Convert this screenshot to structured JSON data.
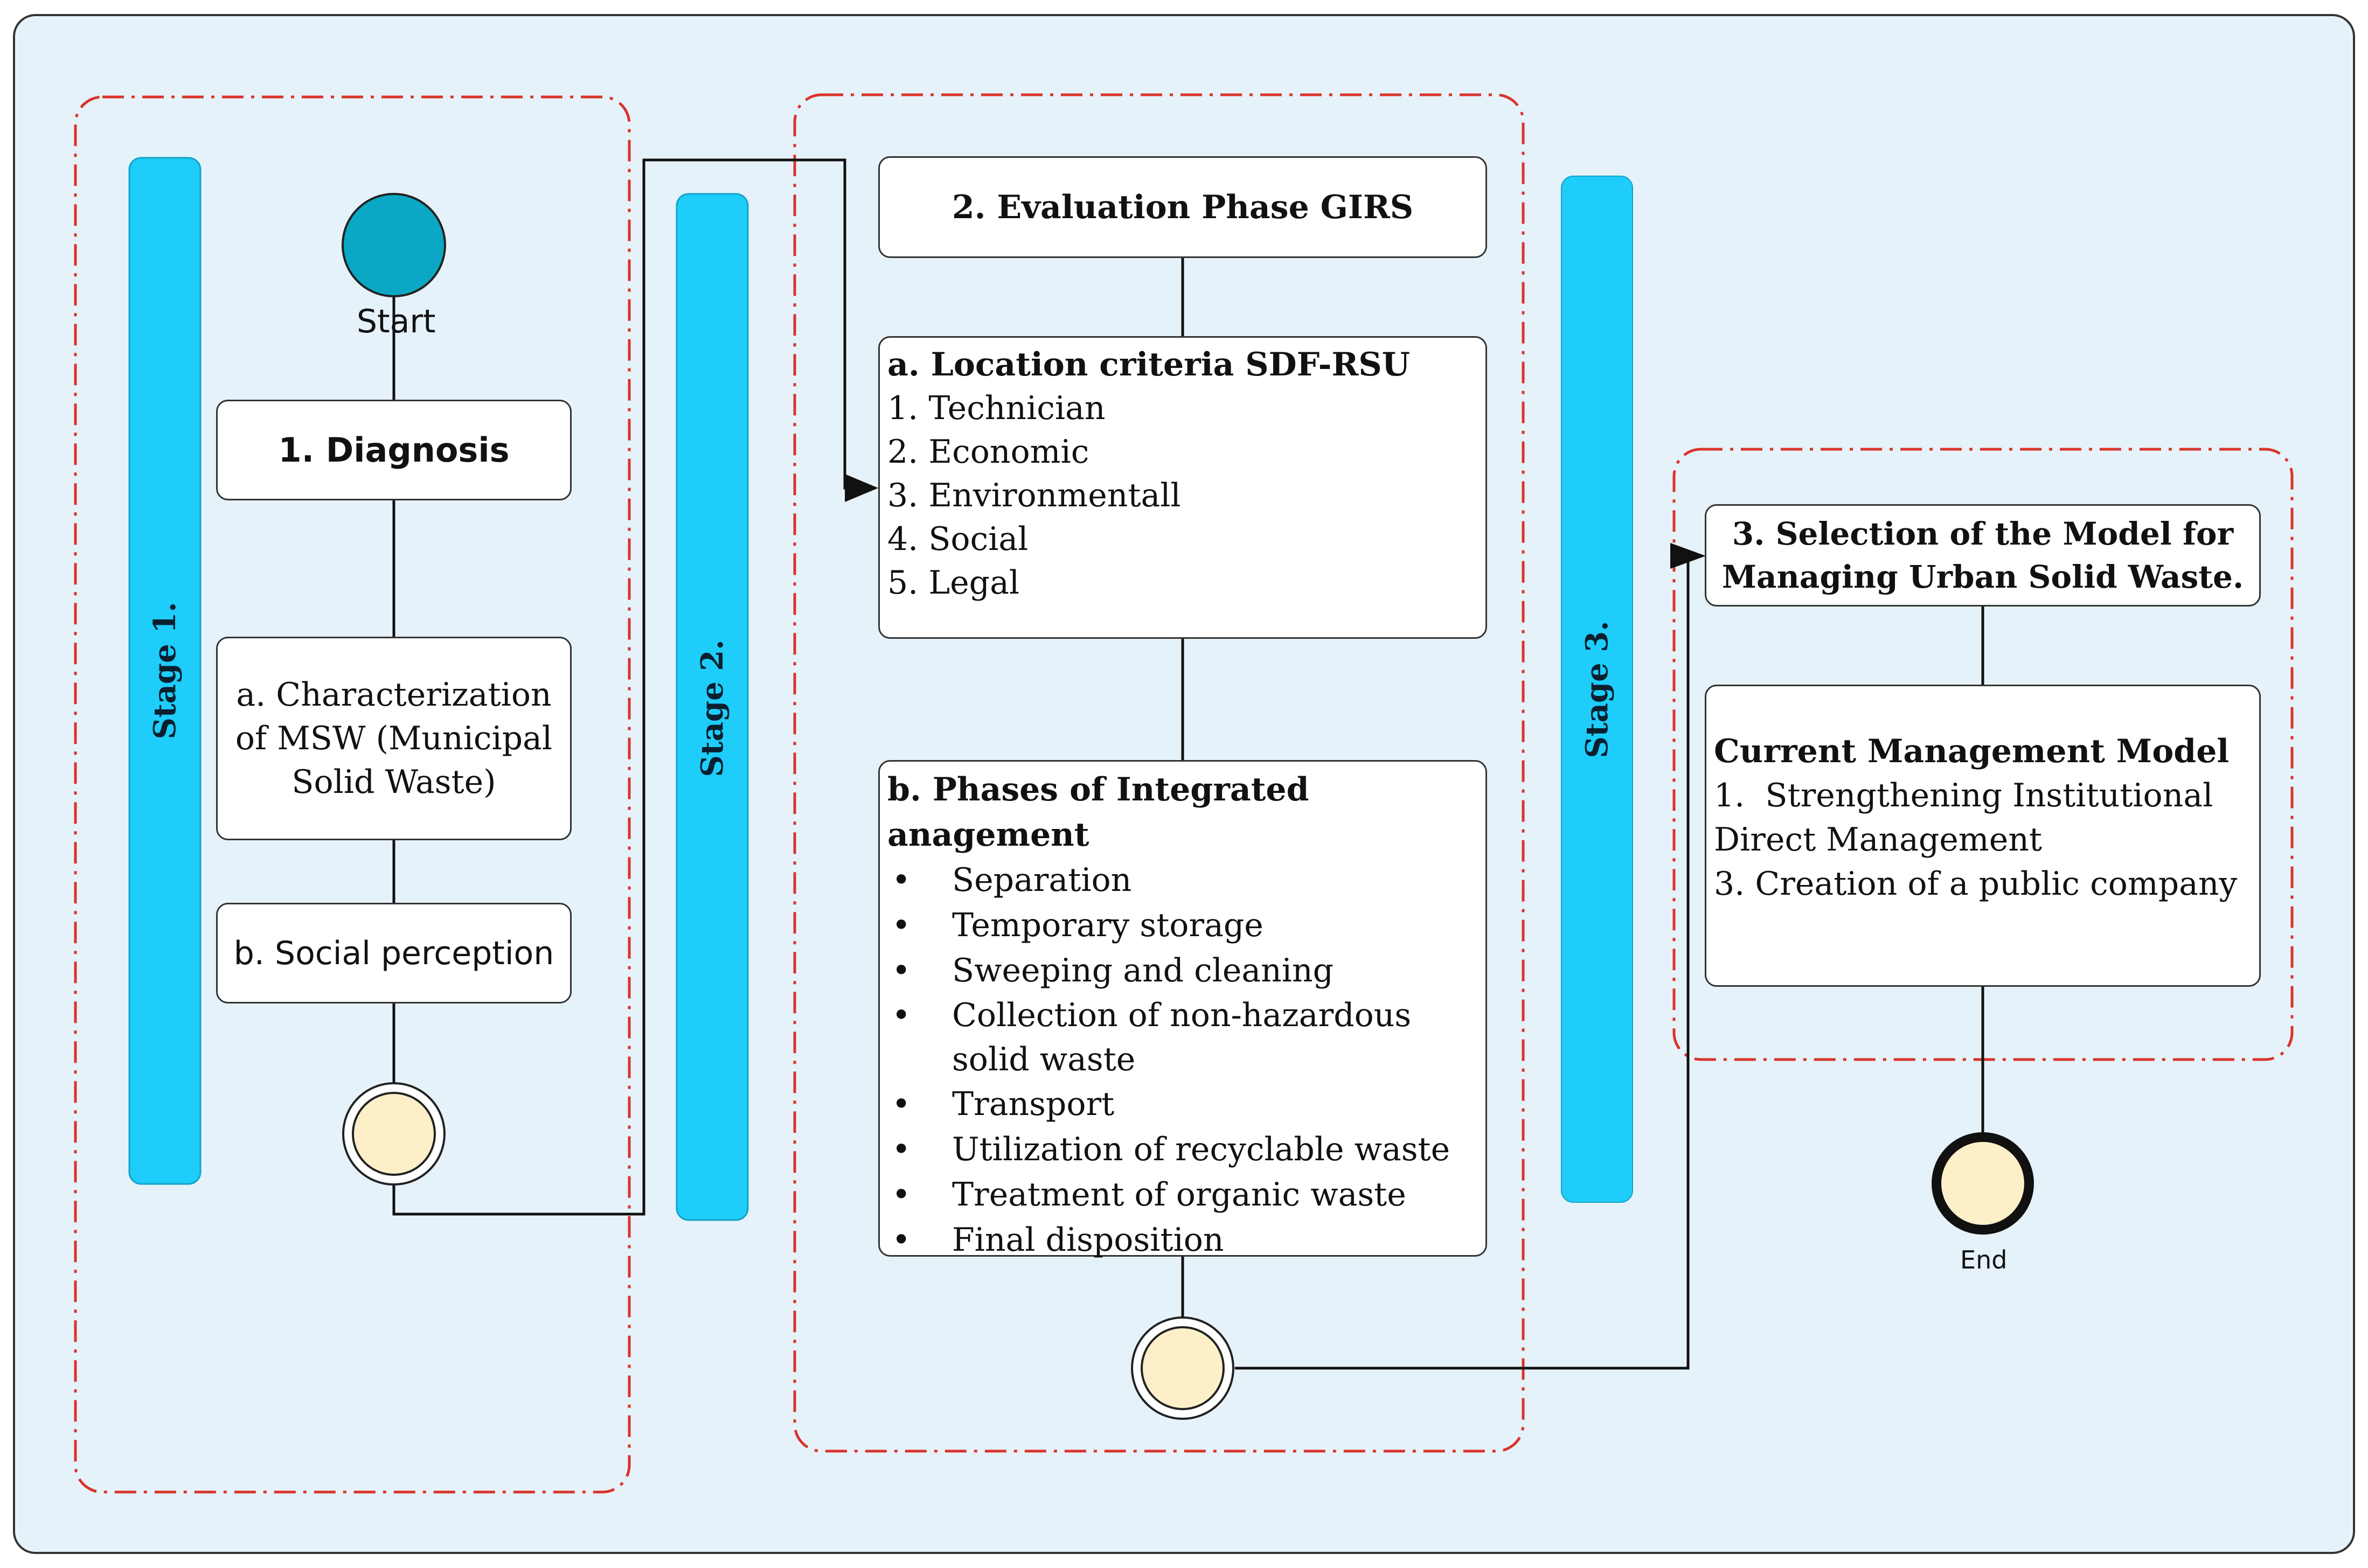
{
  "stages": {
    "stage1": "Stage 1.",
    "stage2": "Stage 2.",
    "stage3": "Stage 3."
  },
  "start_label": "Start",
  "end_label": "End",
  "stage1_boxes": {
    "diagnosis": "1. Diagnosis",
    "characterization_lines": [
      "a. Characterization",
      "of MSW (Municipal",
      "Solid Waste)"
    ],
    "social_perception": "b. Social perception"
  },
  "stage2_boxes": {
    "evaluation_title": "2. Evaluation Phase GIRS",
    "location_criteria": {
      "title": "a. Location criteria SDF-RSU",
      "items": [
        "1. Technician",
        "2. Economic",
        "3. Environmentall",
        "4. Social",
        "5. Legal"
      ]
    },
    "phases": {
      "title": "b. Phases of Integrated anagement",
      "items": [
        "Separation",
        "Temporary storage",
        "Sweeping and cleaning",
        "Collection of non-hazardous solid waste",
        "Transport",
        "Utilization of recyclable waste",
        "Treatment of organic waste",
        "Final disposition"
      ]
    }
  },
  "stage3_boxes": {
    "selection_title_lines": [
      "3. Selection of the Model for",
      "Managing Urban Solid Waste."
    ],
    "current_model": {
      "title": "Current Management Model",
      "lines": [
        "1.  Strengthening Institutional",
        "Direct Management",
        "3. Creation of a public company"
      ]
    }
  },
  "colors": {
    "background": "#e6f2f9",
    "stage_bar": "#1ecdf9",
    "start_circle": "#0aa8c4",
    "event_fill": "#fdf0c8",
    "dash_border": "#d9342b"
  }
}
